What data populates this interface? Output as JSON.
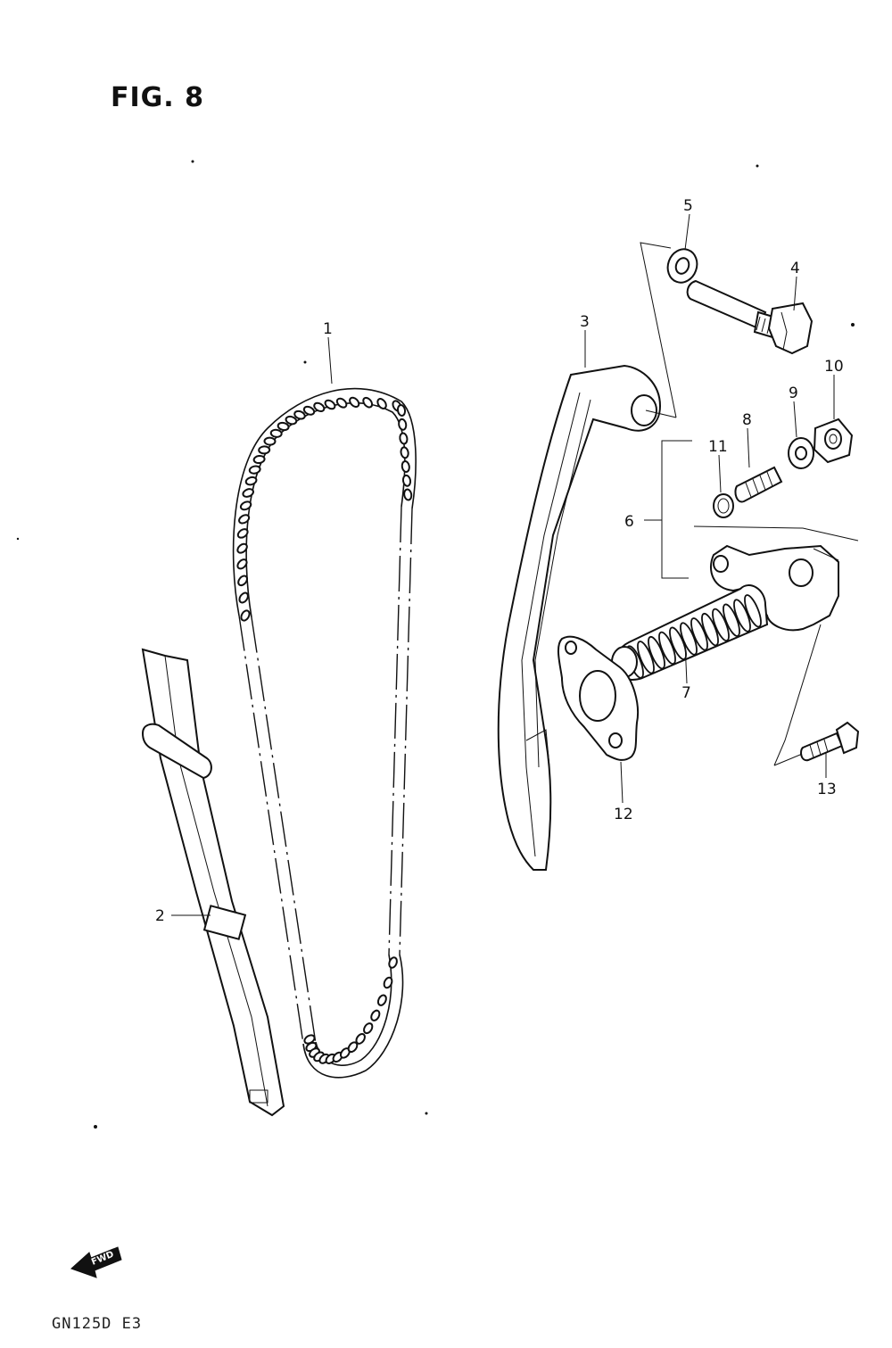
{
  "figure": {
    "title": "FIG. 8",
    "model_code": "GN125D E3",
    "direction_marker": "FWD"
  },
  "callouts": [
    {
      "id": "1",
      "label": "1"
    },
    {
      "id": "2",
      "label": "2"
    },
    {
      "id": "3",
      "label": "3"
    },
    {
      "id": "4",
      "label": "4"
    },
    {
      "id": "5",
      "label": "5"
    },
    {
      "id": "6",
      "label": "6"
    },
    {
      "id": "7",
      "label": "7"
    },
    {
      "id": "8",
      "label": "8"
    },
    {
      "id": "9",
      "label": "9"
    },
    {
      "id": "10",
      "label": "10"
    },
    {
      "id": "11",
      "label": "11"
    },
    {
      "id": "12",
      "label": "12"
    },
    {
      "id": "13",
      "label": "13"
    }
  ]
}
